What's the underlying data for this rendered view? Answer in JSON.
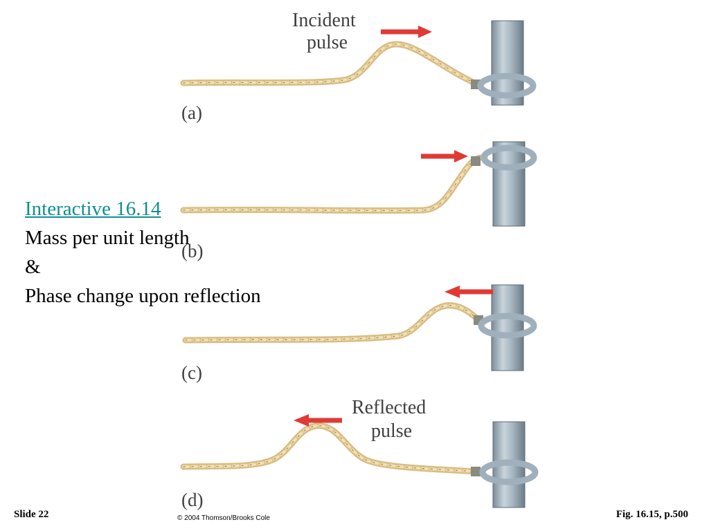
{
  "figure": {
    "panels": [
      {
        "id": "a",
        "label": "(a)",
        "arrow_direction": "right",
        "caption_lines": [
          "Incident",
          "pulse"
        ]
      },
      {
        "id": "b",
        "label": "(b)",
        "arrow_direction": "right",
        "caption_lines": []
      },
      {
        "id": "c",
        "label": "(c)",
        "arrow_direction": "left",
        "caption_lines": []
      },
      {
        "id": "d",
        "label": "(d)",
        "arrow_direction": "left",
        "caption_lines": [
          "Reflected",
          "pulse"
        ]
      }
    ],
    "colors": {
      "rope": "#d9bd84",
      "arrow": "#e03a35",
      "post": "#a7b6c1",
      "ring": "#bcc9d2"
    }
  },
  "slide_text": {
    "link": "Interactive 16.14",
    "line1": "Mass per unit length",
    "line2": "&",
    "line3": "Phase change upon reflection"
  },
  "footer": {
    "slide_number": "Slide 22",
    "copyright": "© 2004 Thomson/Brooks Cole",
    "figure_ref": "Fig. 16.15, p.500"
  }
}
